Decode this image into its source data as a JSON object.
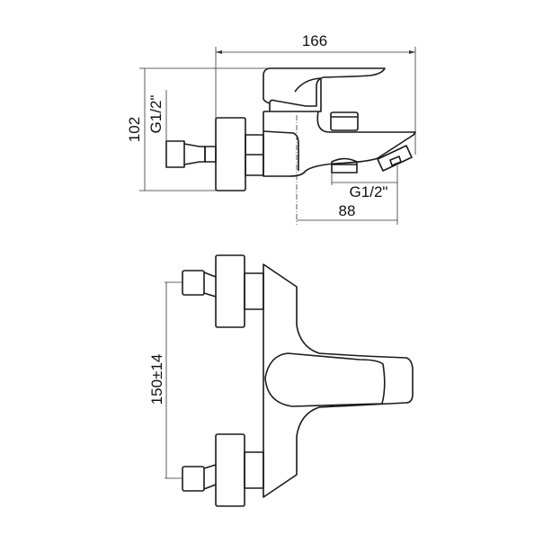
{
  "drawing": {
    "top_view": {
      "overall_length": "166",
      "height": "102",
      "inlet_thread": "G1/2\"",
      "outlet_thread": "G1/2\"",
      "outlet_distance": "88"
    },
    "front_view": {
      "inlet_spacing": "150±14"
    }
  }
}
